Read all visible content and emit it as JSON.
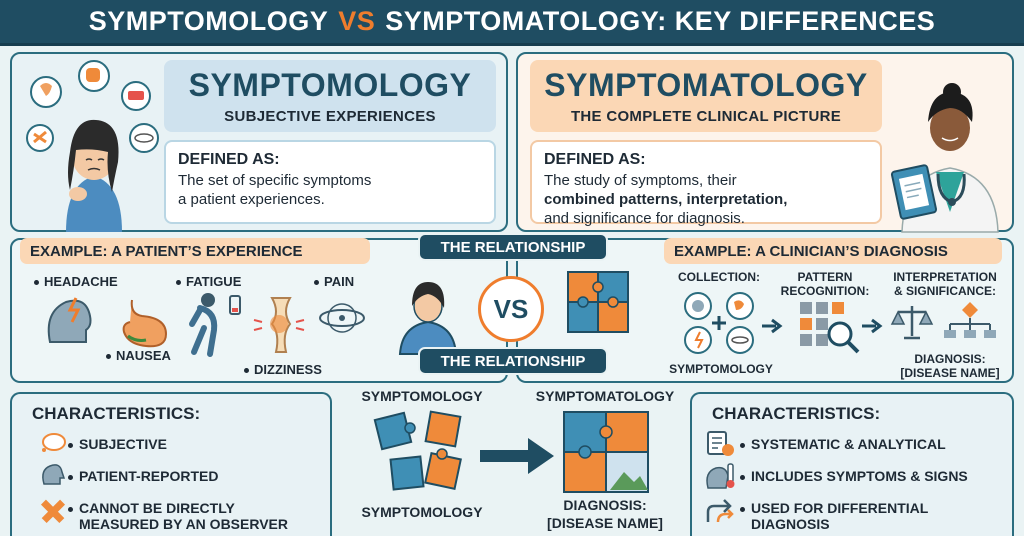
{
  "title": {
    "part1": "SYMPTOMOLOGY",
    "vs": "VS",
    "part2": "SYMPTOMATOLOGY: KEY DIFFERENCES"
  },
  "symptomology": {
    "heading": "SYMPTOMOLOGY",
    "subheading": "SUBJECTIVE EXPERIENCES",
    "defined_label": "DEFINED AS:",
    "defined_line1": "The set of specific symptoms",
    "defined_line2": "a patient experiences."
  },
  "symptomatology": {
    "heading": "SYMPTOMATOLOGY",
    "subheading": "THE COMPLETE CLINICAL PICTURE",
    "defined_label": "DEFINED AS:",
    "defined_line1": "The study of symptoms, their",
    "defined_line2_bold": "combined patterns, interpretation,",
    "defined_line3": "and significance for diagnosis."
  },
  "relationship": {
    "label_top": "THE RELATIONSHIP",
    "label_mid": "THE RELATIONSHIP",
    "vs": "VS"
  },
  "patient_example": {
    "title": "EXAMPLE: A PATIENT’S EXPERIENCE",
    "symptoms": [
      "HEADACHE",
      "FATIGUE",
      "PAIN",
      "NAUSEA",
      "DIZZINESS"
    ]
  },
  "clinician_example": {
    "title": "EXAMPLE: A CLINICIAN’S DIAGNOSIS",
    "collection": "COLLECTION:",
    "pattern_line1": "PATTERN",
    "pattern_line2": "RECOGNITION:",
    "interp_line1": "INTERPRETATION",
    "interp_line2": "& SIGNIFICANCE:",
    "symptomology_caption": "SYMPTOMOLOGY",
    "diagnosis_line1": "DIAGNOSIS:",
    "diagnosis_line2": "[DISEASE NAME]"
  },
  "bottom_center": {
    "left_top": "SYMPTOMOLOGY",
    "left_bottom": "SYMPTOMOLOGY",
    "right_top": "SYMPTOMATOLOGY",
    "diagnosis_line1": "DIAGNOSIS:",
    "diagnosis_line2": "[DISEASE NAME]"
  },
  "characteristics_left": {
    "title": "CHARACTERISTICS:",
    "items": [
      "SUBJECTIVE",
      "PATIENT-REPORTED",
      "CANNOT BE DIRECTLY",
      "MEASURED BY AN OBSERVER"
    ]
  },
  "characteristics_right": {
    "title": "CHARACTERISTICS:",
    "items": [
      "SYSTEMATIC & ANALYTICAL",
      "INCLUDES SYMPTOMS & SIGNS",
      "USED FOR DIFFERENTIAL",
      "DIAGNOSIS"
    ]
  },
  "colors": {
    "navy": "#1f4d62",
    "orange": "#ef7d2d",
    "teal": "#2b6d7f",
    "puzzle_blue": "#3f8fb5",
    "puzzle_orange": "#ef8a3a"
  }
}
